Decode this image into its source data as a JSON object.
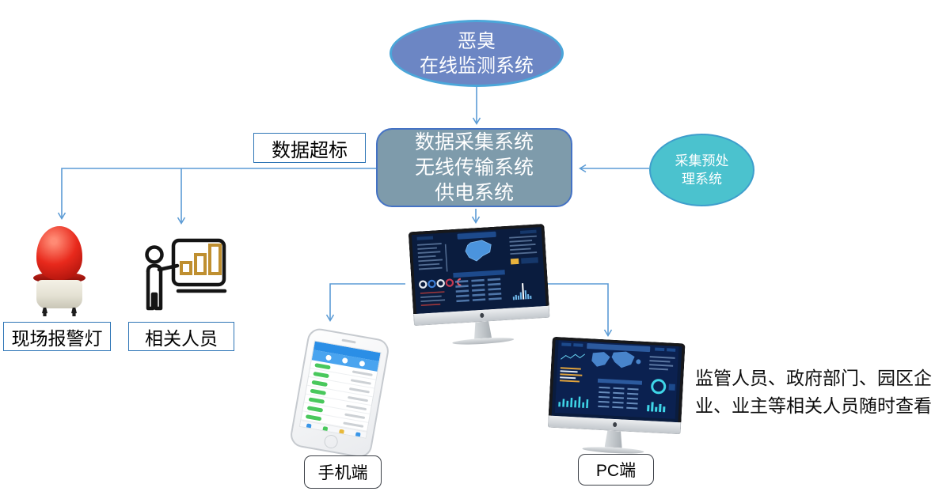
{
  "diagram": {
    "top_ellipse": {
      "line1": "恶臭",
      "line2": "在线监测系统"
    },
    "main_box": {
      "line1": "数据采集系统",
      "line2": "无线传输系统",
      "line3": "供电系统"
    },
    "preprocess_ellipse": {
      "line1": "采集预处",
      "line2": "理系统"
    },
    "alert_label": "数据超标",
    "captions": {
      "alarm": "现场报警灯",
      "personnel": "相关人员",
      "mobile": "手机端",
      "pc": "PC端"
    },
    "viewers_note": {
      "line1": "监管人员、政府部门、园区企",
      "line2": "业、业主等相关人员随时查看"
    },
    "images": {
      "alarm_light": "red-alarm-beacon",
      "personnel": "presenter-with-bar-chart",
      "central_monitor": "imac-dashboard",
      "mobile": "smartphone-monitoring-app",
      "pc": "imac-dashboard-worldmap"
    },
    "colors": {
      "connector": "#5B9BD5",
      "top_ellipse_fill": "#6C86C4",
      "top_ellipse_border": "#4BA6D9",
      "main_box_fill": "#7E9BAB",
      "main_box_border": "#4472C4",
      "preprocess_fill": "#4BC2CE",
      "label_border": "#2E75B6",
      "alarm_red": "#D42318",
      "dashboard_bg": "#0A1C3E",
      "text": "#0D0D0D"
    }
  }
}
